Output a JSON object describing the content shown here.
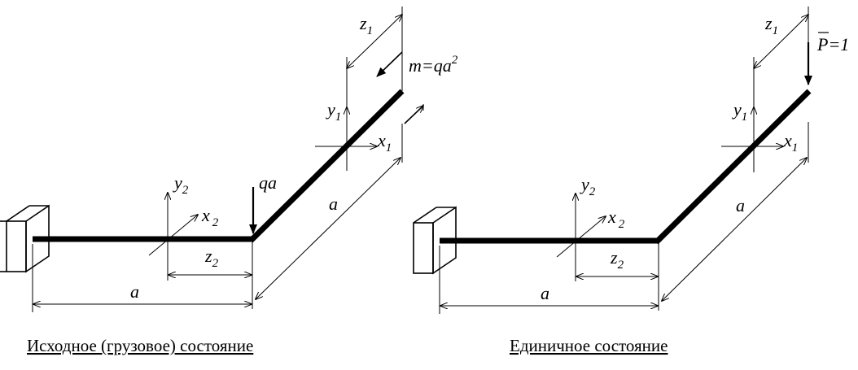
{
  "left": {
    "caption": "Исходное (грузовое) состояние",
    "labels": {
      "z1": "z",
      "z1_sub": "1",
      "m": "m=qa",
      "m_sup": "2",
      "y1": "y",
      "y1_sub": "1",
      "x1": "x",
      "x1_sub": "1",
      "qa": "qa",
      "a_diag": "a",
      "y2": "y",
      "y2_sub": "2",
      "x2": "x",
      "x2_sub": "2",
      "z2": "z",
      "z2_sub": "2",
      "a_horiz": "a"
    }
  },
  "right": {
    "caption": "Единичное состояние",
    "labels": {
      "z1": "z",
      "z1_sub": "1",
      "p": "P=1",
      "y1": "y",
      "y1_sub": "1",
      "x1": "x",
      "x1_sub": "1",
      "a_diag": "a",
      "y2": "y",
      "y2_sub": "2",
      "x2": "x",
      "x2_sub": "2",
      "z2": "z",
      "z2_sub": "2",
      "a_horiz": "a"
    }
  }
}
